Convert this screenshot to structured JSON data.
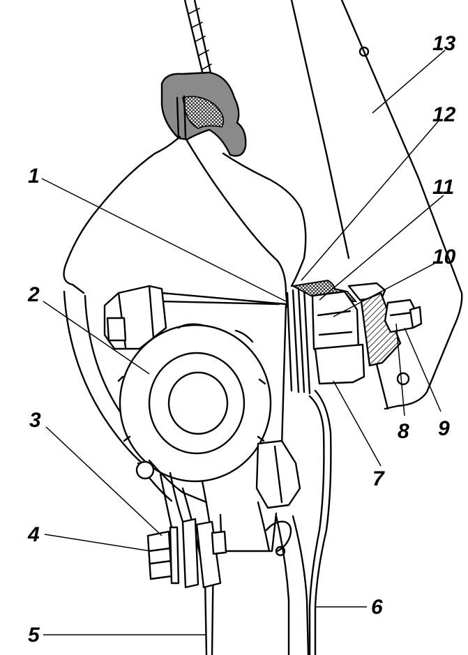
{
  "callouts": [
    {
      "label": "1"
    },
    {
      "label": "2"
    },
    {
      "label": "3"
    },
    {
      "label": "4"
    },
    {
      "label": "5"
    },
    {
      "label": "6"
    },
    {
      "label": "7"
    },
    {
      "label": "8"
    },
    {
      "label": "9"
    },
    {
      "label": "10"
    },
    {
      "label": "11"
    },
    {
      "label": "12"
    },
    {
      "label": "13"
    }
  ],
  "colors": {
    "line": "#000000",
    "background": "#ffffff",
    "hatch": "#000000"
  }
}
